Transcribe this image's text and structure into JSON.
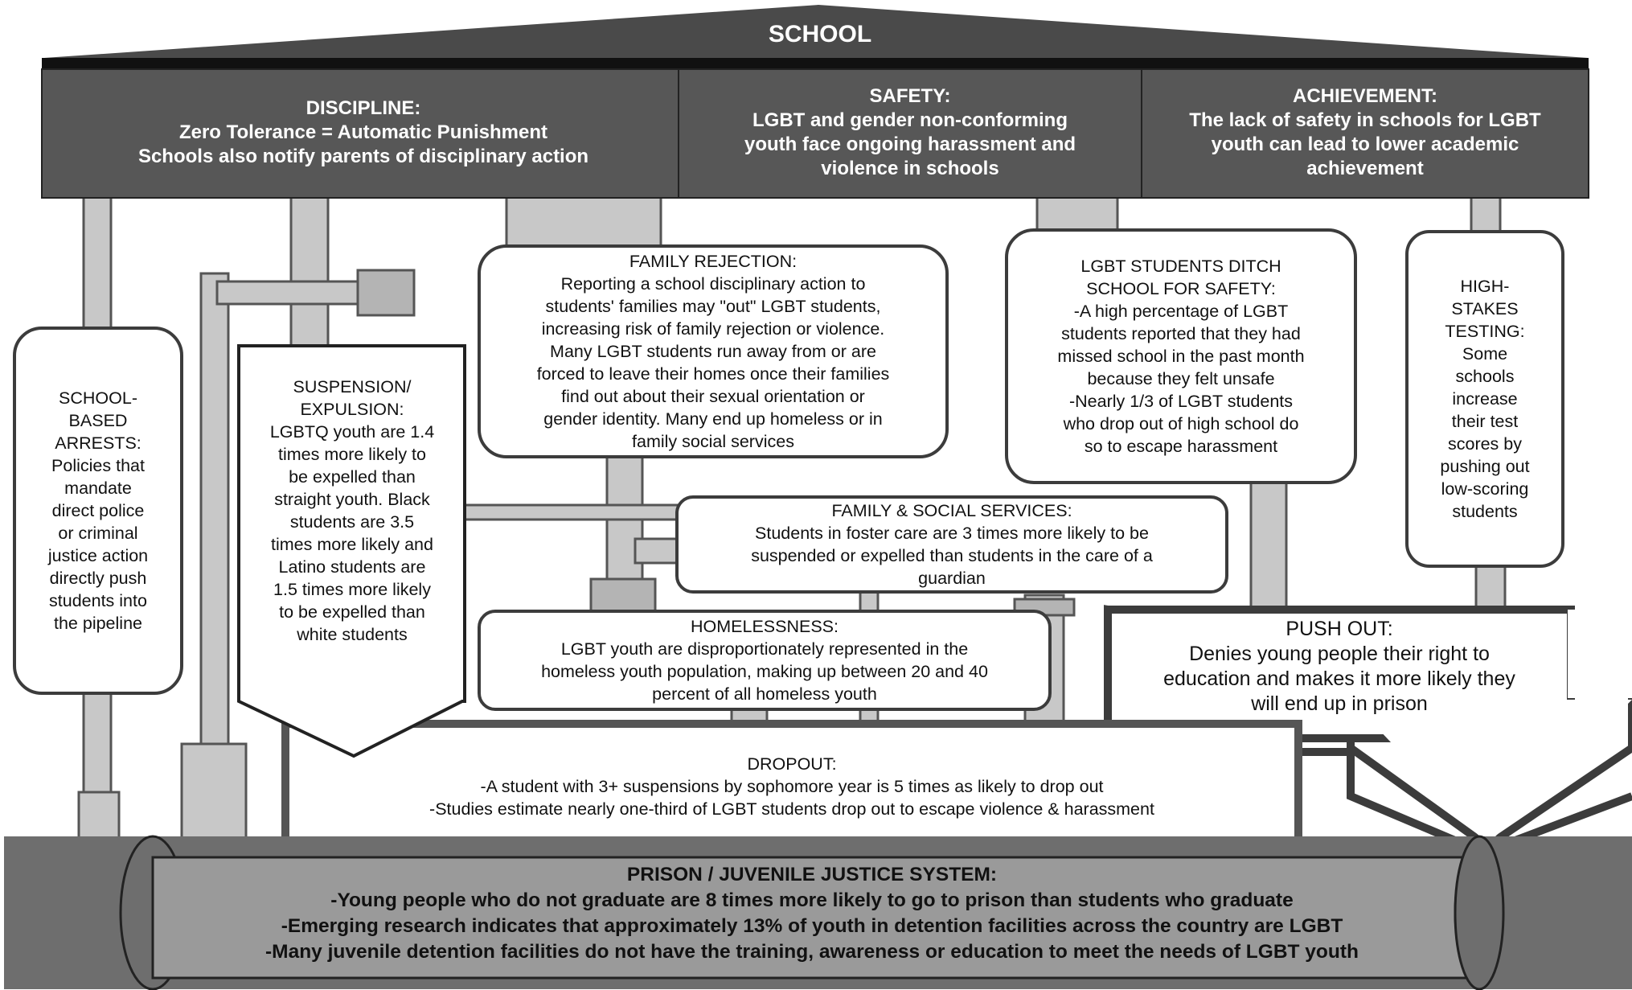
{
  "roof": {
    "title": "SCHOOL"
  },
  "header": {
    "discipline": {
      "title": "DISCIPLINE:",
      "body": "Zero Tolerance = Automatic Punishment\nSchools also notify parents of disciplinary action"
    },
    "safety": {
      "title": "SAFETY:",
      "body": "LGBT and gender non-conforming\nyouth face ongoing harassment and\nviolence in schools"
    },
    "achievement": {
      "title": "ACHIEVEMENT:",
      "body": "The lack of safety in schools for LGBT\nyouth can lead to lower academic\nachievement"
    }
  },
  "boxes": {
    "arrests": {
      "title": "SCHOOL-\nBASED\nARRESTS:",
      "body": "Policies that\nmandate\ndirect police\nor criminal\njustice action\ndirectly push\nstudents into\nthe pipeline"
    },
    "suspension": {
      "title": "SUSPENSION/\nEXPULSION:",
      "body": "LGBTQ youth are 1.4\ntimes more likely to\nbe expelled than\nstraight youth. Black\nstudents are 3.5\ntimes more likely and\nLatino students are\n1.5 times more likely\nto be expelled than\nwhite students"
    },
    "family_rejection": {
      "title": "FAMILY REJECTION:",
      "body": "Reporting a school disciplinary action to\nstudents' families may \"out\" LGBT students,\nincreasing risk of family rejection or violence.\nMany LGBT students run away from or are\nforced to leave their homes once their families\nfind out about their sexual orientation or\ngender identity.  Many end up homeless or in\nfamily social services"
    },
    "ditch": {
      "title": "LGBT STUDENTS DITCH\nSCHOOL FOR SAFETY:",
      "body": "-A high percentage of LGBT\nstudents reported that they had\nmissed school in the past month\nbecause they felt unsafe\n-Nearly 1/3 of LGBT students\nwho drop out of high school do\nso to escape harassment"
    },
    "testing": {
      "title": "HIGH-\nSTAKES\nTESTING:",
      "body": "Some\nschools\nincrease\ntheir test\nscores by\npushing out\nlow-scoring\nstudents"
    },
    "family_services": {
      "title": "FAMILY & SOCIAL SERVICES:",
      "body": "Students in foster care are 3 times more likely to be\nsuspended or expelled than students in the care of a\nguardian"
    },
    "homelessness": {
      "title": "HOMELESSNESS:",
      "body": "LGBT youth are  disproportionately represented in the\nhomeless youth population, making up between 20 and 40\npercent of all homeless youth"
    },
    "push_out": {
      "title": "PUSH OUT:",
      "body": "Denies young people their right to\neducation and makes it more likely they\nwill end up in prison"
    },
    "dropout": {
      "title": "DROPOUT:",
      "body": "-A student with 3+ suspensions by sophomore year is 5 times as likely to drop out\n-Studies estimate nearly one-third of LGBT students drop out to escape violence & harassment"
    }
  },
  "prison": {
    "title": "PRISON / JUVENILE JUSTICE SYSTEM:",
    "body": "-Young people who do not graduate are 8 times more likely to go to prison than students who graduate\n-Emerging research indicates that approximately 13% of youth in detention facilities across the country are LGBT\n-Many juvenile detention facilities do not have the training, awareness or education to meet the needs of LGBT youth"
  },
  "colors": {
    "roof": "#4a4a4a",
    "header": "#575757",
    "pipe": "#c8c8c8",
    "pipe_dark": "#9a9a9a",
    "border": "#3c3c3c"
  }
}
